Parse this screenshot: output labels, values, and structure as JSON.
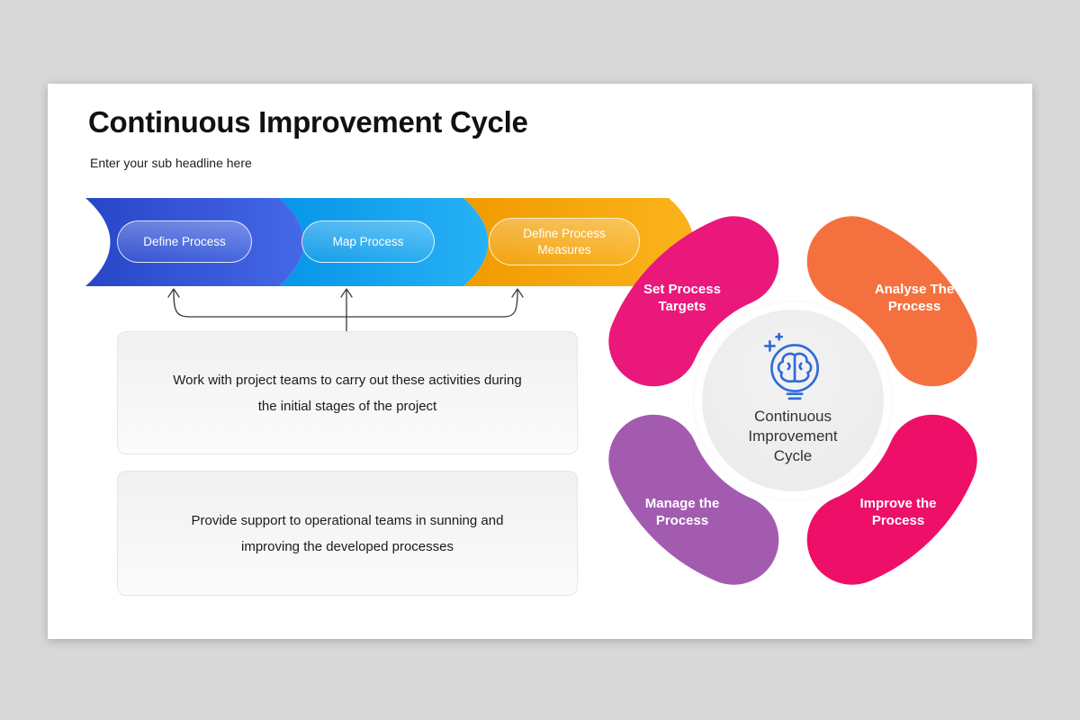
{
  "page": {
    "background": "#d8d8d8",
    "canvas": "#ffffff"
  },
  "slide": {
    "title": "Continuous Improvement Cycle",
    "subtitle": "Enter your sub headline here"
  },
  "band": {
    "steps": [
      {
        "label": "Define Process",
        "color_start": "#2746c9",
        "color_end": "#4468e6"
      },
      {
        "label": "Map Process",
        "color_start": "#0795e8",
        "color_end": "#27b1f5"
      },
      {
        "label": "Define Process Measures",
        "color_start": "#f09b00",
        "color_end": "#fbb31c"
      }
    ]
  },
  "notes": [
    {
      "lines": [
        "Work with project teams to carry out these activities during",
        "the initial stages of the project"
      ]
    },
    {
      "lines": [
        "Provide support to operational teams in sunning and",
        "improving the developed processes"
      ]
    }
  ],
  "cycle": {
    "segments": [
      {
        "label_lines": [
          "Set Process",
          "Targets"
        ],
        "color": "#e9187a"
      },
      {
        "label_lines": [
          "Analyse The",
          "Process"
        ],
        "color": "#f4713f"
      },
      {
        "label_lines": [
          "Improve the",
          "Process"
        ],
        "color": "#ee0f68"
      },
      {
        "label_lines": [
          "Manage the",
          "Process"
        ],
        "color": "#a35bb0"
      }
    ],
    "center_lines": [
      "Continuous",
      "Improvement",
      "Cycle"
    ],
    "icon": "brain-bulb-icon",
    "icon_color": "#2e6bd6"
  }
}
